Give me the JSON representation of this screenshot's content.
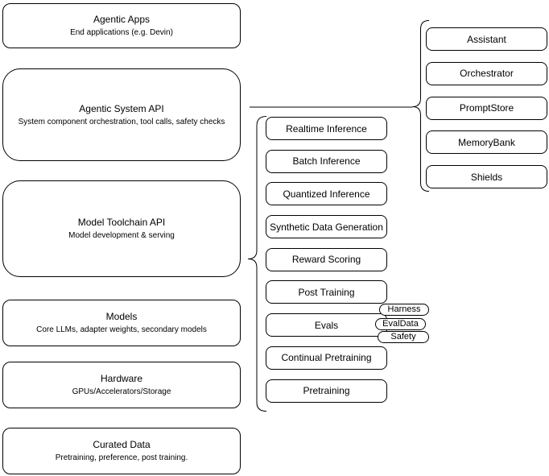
{
  "stack_layers": [
    {
      "title": "Agentic Apps",
      "subtitle": "End applications (e.g. Devin)"
    },
    {
      "title": "Agentic System API",
      "subtitle": "System component orchestration, tool calls, safety checks"
    },
    {
      "title": "Model Toolchain API",
      "subtitle": "Model development & serving"
    },
    {
      "title": "Models",
      "subtitle": "Core LLMs, adapter weights, secondary models"
    },
    {
      "title": "Hardware",
      "subtitle": "GPUs/Accelerators/Storage"
    },
    {
      "title": "Curated Data",
      "subtitle": "Pretraining, preference, post training."
    }
  ],
  "toolchain_items": [
    "Realtime Inference",
    "Batch Inference",
    "Quantized Inference",
    "Synthetic Data Generation",
    "Reward Scoring",
    "Post Training",
    "Evals",
    "Continual Pretraining",
    "Pretraining"
  ],
  "evals_tags": [
    "Harness",
    "EvalData",
    "Safety"
  ],
  "system_components": [
    "Assistant",
    "Orchestrator",
    "PromptStore",
    "MemoryBank",
    "Shields"
  ],
  "colors": {
    "stroke": "#000000",
    "fill": "#ffffff",
    "text": "#000000",
    "background": "#ffffff"
  }
}
